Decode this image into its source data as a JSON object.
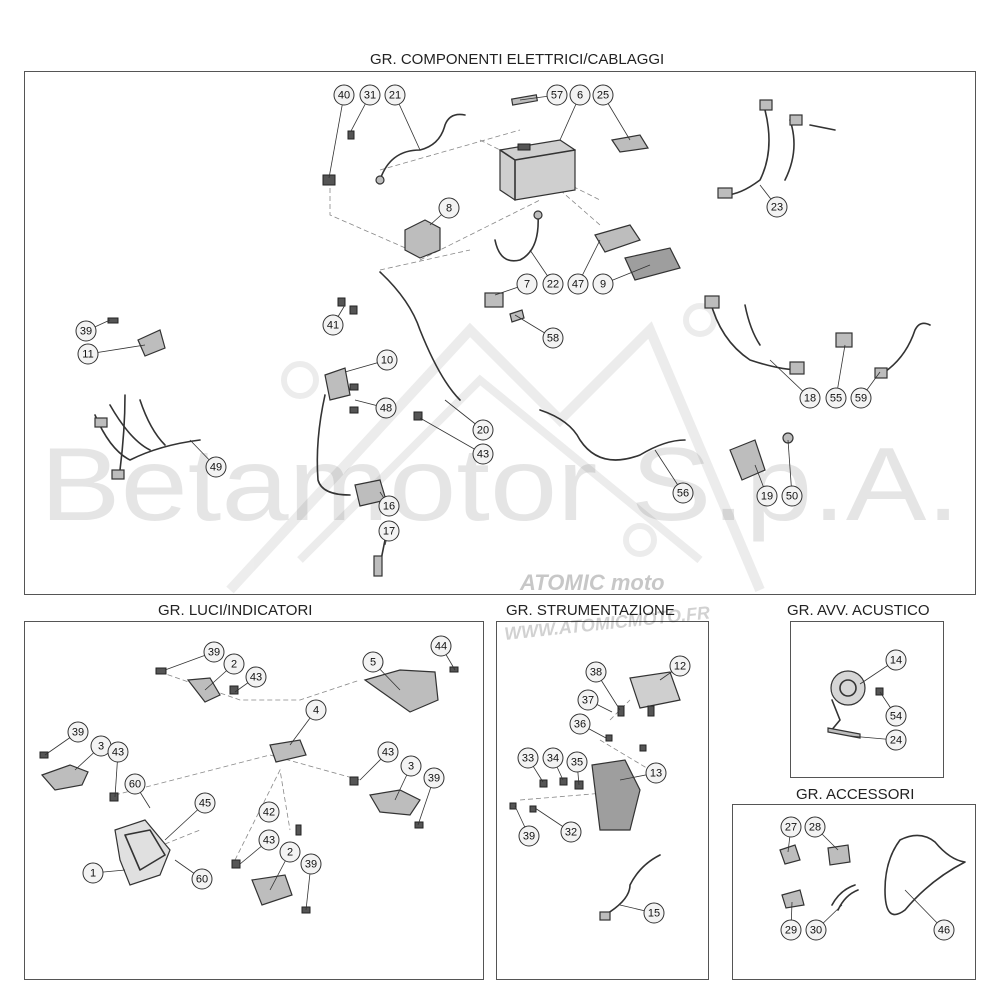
{
  "sections": {
    "wiring": {
      "title": "GR. COMPONENTI ELETTRICI/CABLAGGI"
    },
    "lights": {
      "title": "GR. LUCI/INDICATORI"
    },
    "instruments": {
      "title": "GR. STRUMENTAZIONE"
    },
    "horn": {
      "title": "GR. AVV. ACUSTICO"
    },
    "accessories": {
      "title": "GR. ACCESSORI"
    }
  },
  "watermark": {
    "company": "Betamotor S.p.A.",
    "dealer_logo": "ATOMIC moto",
    "dealer_url": "WWW.ATOMICMOTO.FR"
  },
  "callouts": {
    "wiring": [
      "40",
      "31",
      "21",
      "57",
      "6",
      "25",
      "23",
      "8",
      "7",
      "22",
      "47",
      "9",
      "39",
      "11",
      "41",
      "58",
      "18",
      "55",
      "59",
      "10",
      "48",
      "20",
      "43",
      "49",
      "19",
      "50",
      "16",
      "17",
      "56"
    ],
    "lights": [
      "39",
      "2",
      "43",
      "5",
      "44",
      "4",
      "39",
      "3",
      "43",
      "43",
      "3",
      "39",
      "60",
      "45",
      "42",
      "1",
      "60",
      "43",
      "2",
      "39"
    ],
    "instruments": [
      "38",
      "12",
      "37",
      "36",
      "33",
      "34",
      "35",
      "13",
      "39",
      "32",
      "15"
    ],
    "horn": [
      "14",
      "54",
      "24"
    ],
    "accessories": [
      "27",
      "28",
      "29",
      "30",
      "46"
    ]
  }
}
